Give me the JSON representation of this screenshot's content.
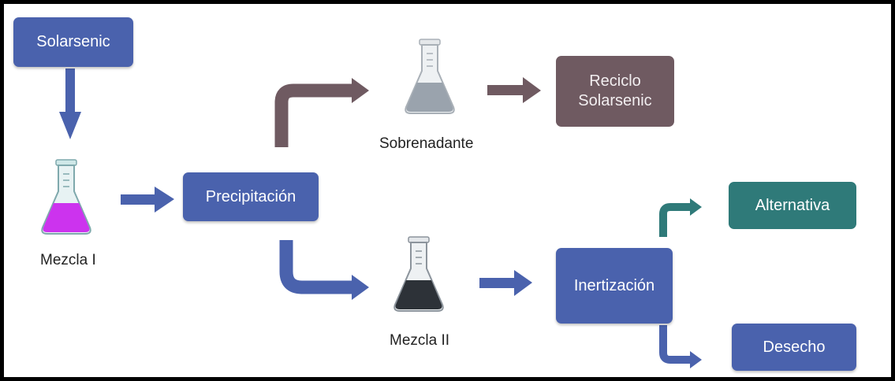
{
  "nodes": {
    "solarsenic": "Solarsenic",
    "precipitacion": "Precipitación",
    "reciclo": "Reciclo\nSolarsenic",
    "inertizacion": "Inertización",
    "alternativa": "Alternativa",
    "desecho": "Desecho"
  },
  "captions": {
    "mezcla1": "Mezcla I",
    "sobrenadante": "Sobrenadante",
    "mezcla2": "Mezcla II"
  },
  "icons": {
    "flask_mezcla1": "flask-icon",
    "flask_sobrenadante": "flask-icon",
    "flask_mezcla2": "flask-icon"
  },
  "colors": {
    "blue": "#4a62ad",
    "mauve": "#6f5a61",
    "teal": "#2f7a79",
    "magenta_liquid": "#cc33ee",
    "grey_liquid": "#9aa3ad",
    "dark_liquid": "#2d3238"
  }
}
